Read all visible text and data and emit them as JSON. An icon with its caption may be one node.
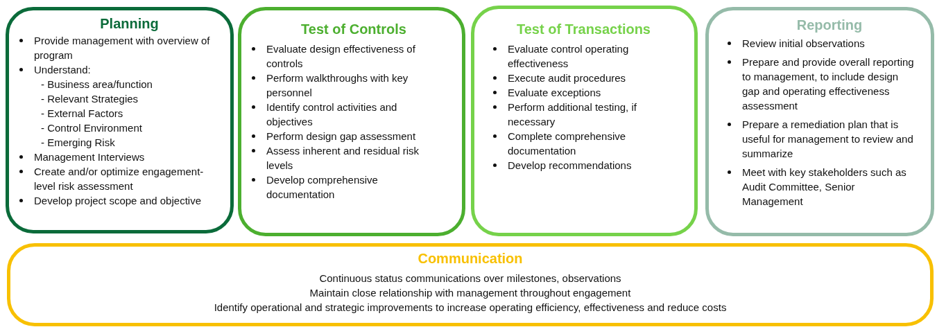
{
  "diagram": {
    "nodes": [
      {
        "text": [
          "Planning",
          "Provide management with overview of program",
          "Understand:",
          "- Business area/function",
          "- Relevant Strategies",
          "- External Factors",
          "- Control Environment",
          "- Emerging Risk",
          "Management Interviews",
          "Create and/or optimize engagement-level risk assessment",
          "Develop project scope and objective"
        ]
      },
      {
        "text": [
          "Test of Controls",
          "Evaluate design effectiveness of controls",
          "Perform walkthroughs with key personnel",
          "Identify control activities and objectives",
          "Perform design gap assessment",
          "Assess inherent and residual risk levels",
          "Develop comprehensive documentation"
        ]
      },
      {
        "text": [
          "Test of Transactions",
          "Evaluate control operating effectiveness",
          "Execute audit procedures",
          "Evaluate exceptions",
          "Perform additional testing, if necessary",
          "Complete comprehensive documentation",
          "Develop recommendations"
        ]
      },
      {
        "text": [
          "Reporting",
          "Review initial observations",
          "Prepare and provide overall reporting to management, to include design gap and operating effectiveness assessment",
          "Prepare a remediation plan that is useful for management to review and summarize",
          "Meet with key stakeholders such as Audit Committee, Senior Management"
        ]
      },
      {
        "text": [
          "Communication",
          "Continuous status communications over milestones, observations",
          "Maintain close relationship with management throughout engagement",
          "Identify operational and strategic improvements to increase operating efficiency, effectiveness and reduce costs"
        ]
      }
    ]
  }
}
